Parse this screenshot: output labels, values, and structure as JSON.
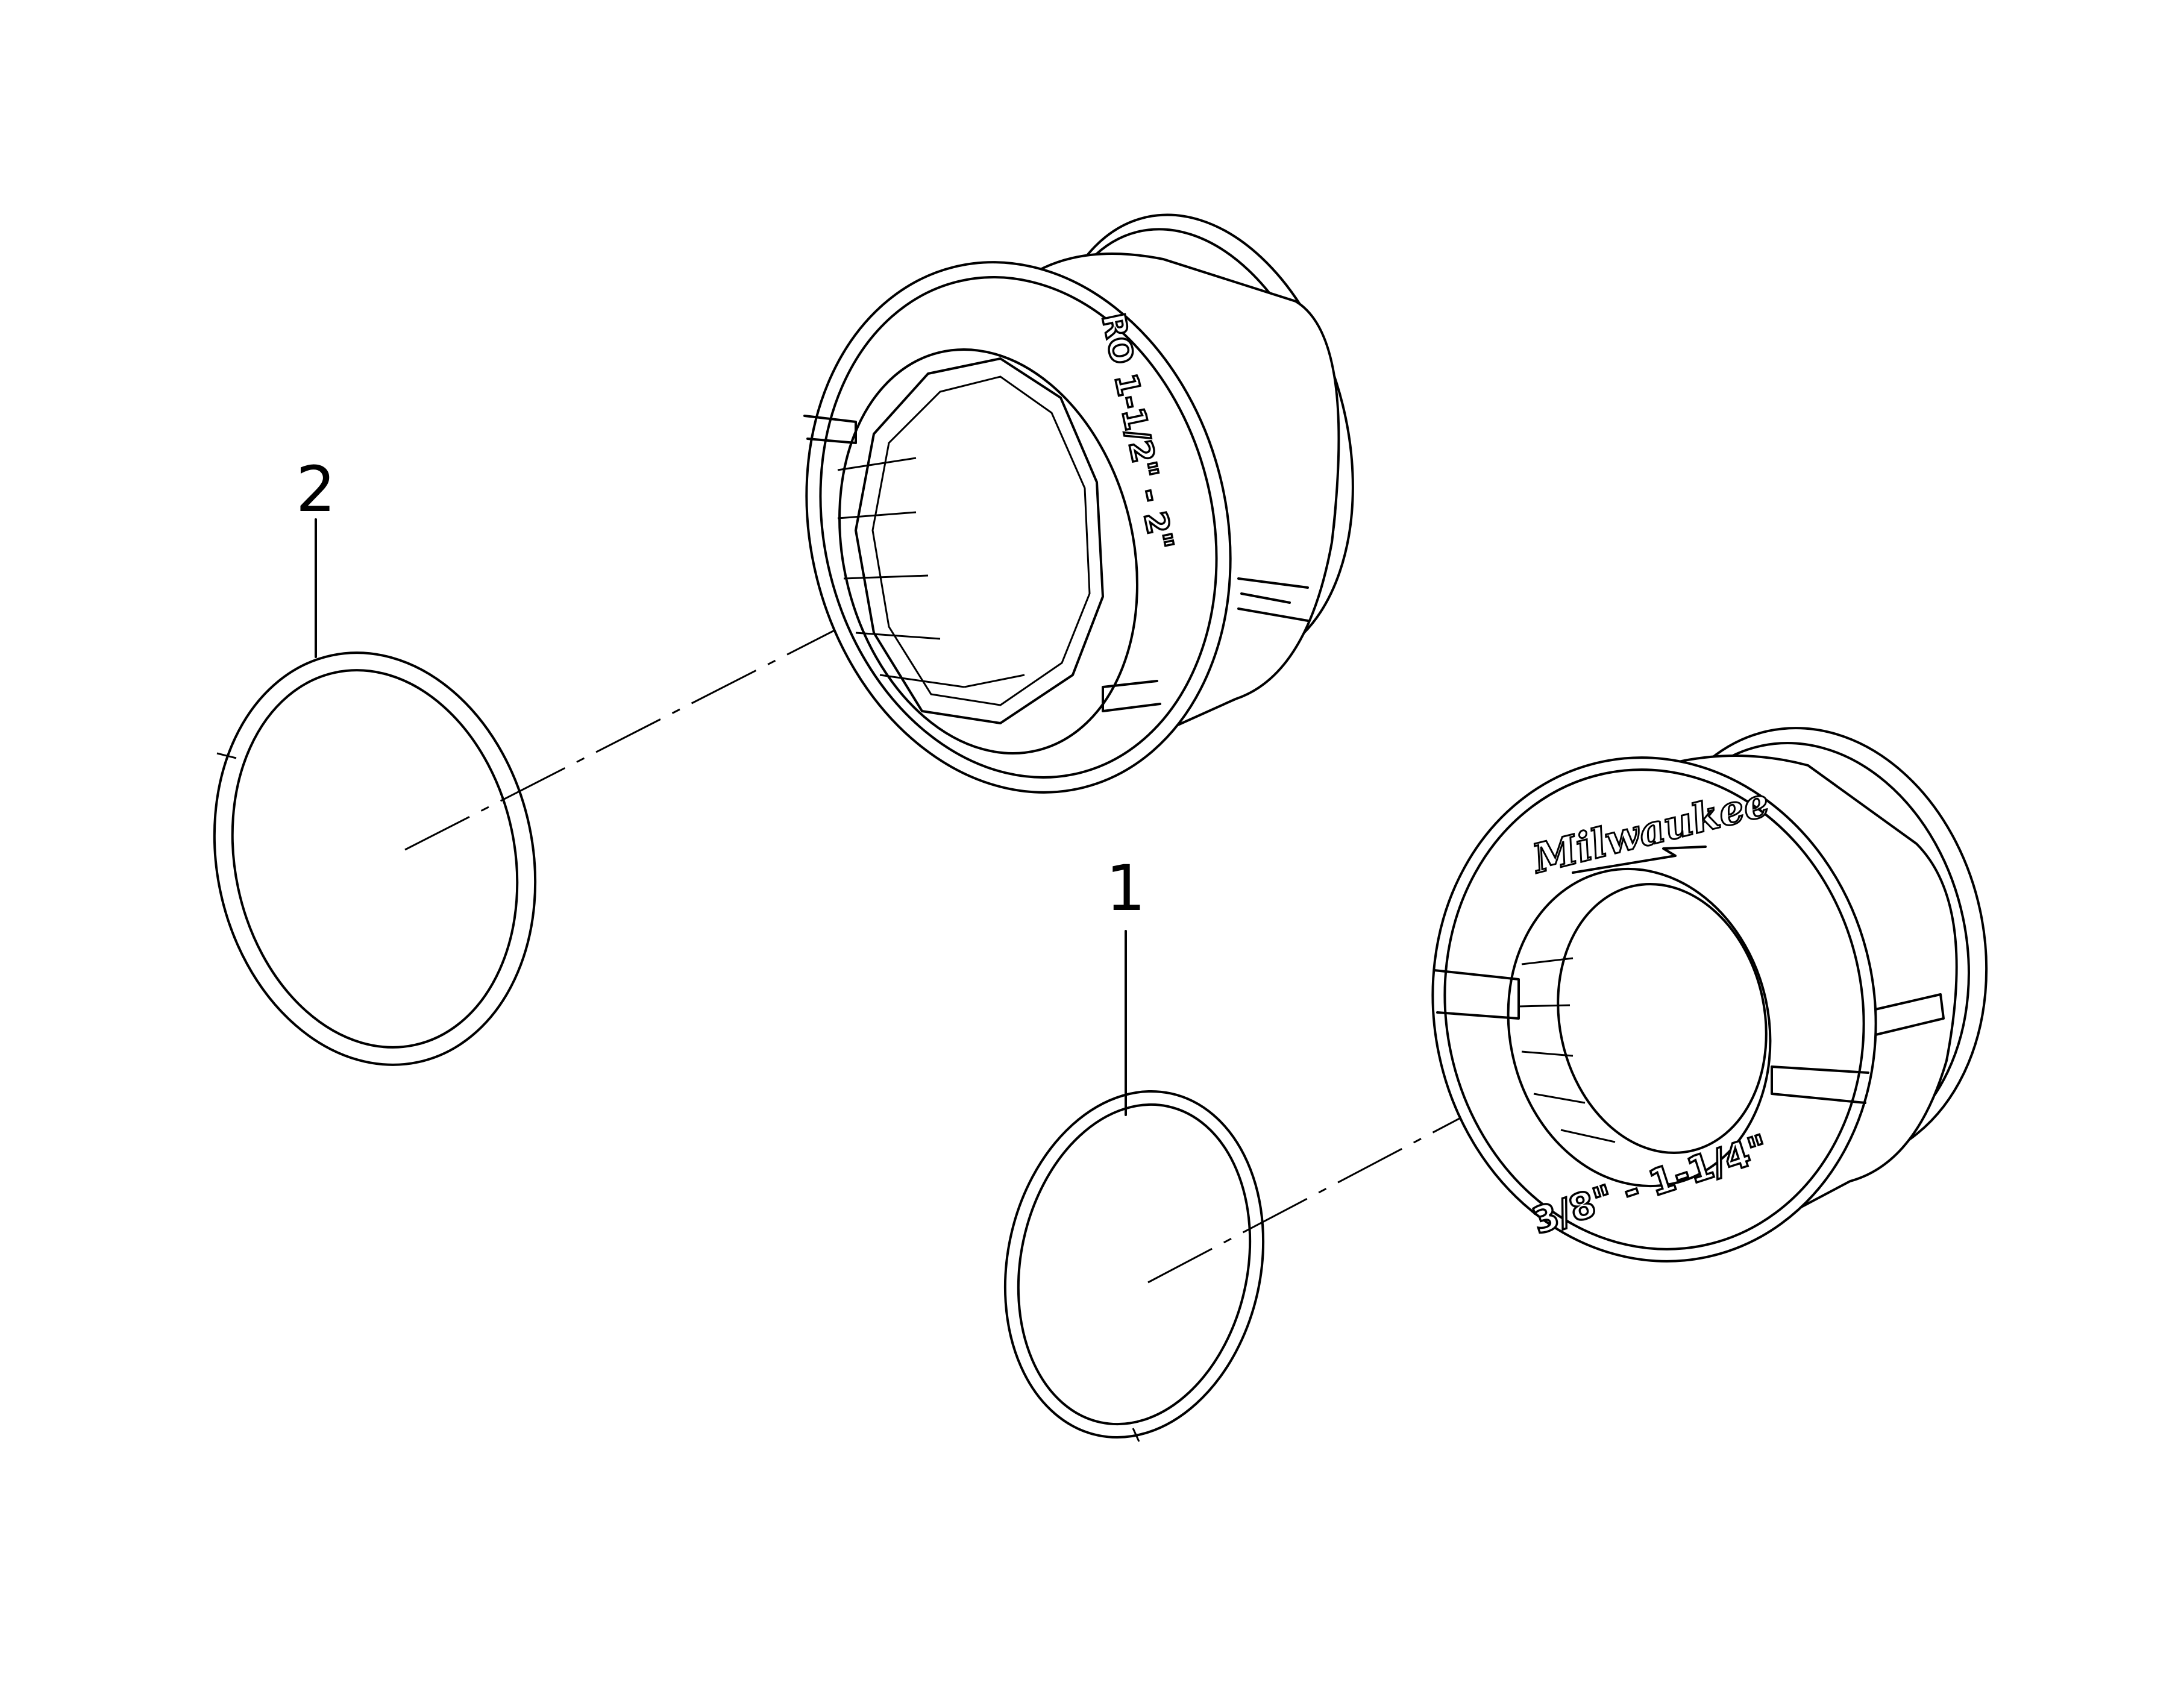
{
  "callouts": [
    {
      "id": "2",
      "label": "2"
    },
    {
      "id": "1",
      "label": "1"
    }
  ],
  "parts": {
    "large_insert": {
      "engraving": "RO 1-1/2\" - 2\""
    },
    "small_insert": {
      "brand": "Milwaukee",
      "engraving": "3/8\" - 1-1/4\""
    }
  },
  "colors": {
    "line": "#000000",
    "background": "#ffffff"
  }
}
